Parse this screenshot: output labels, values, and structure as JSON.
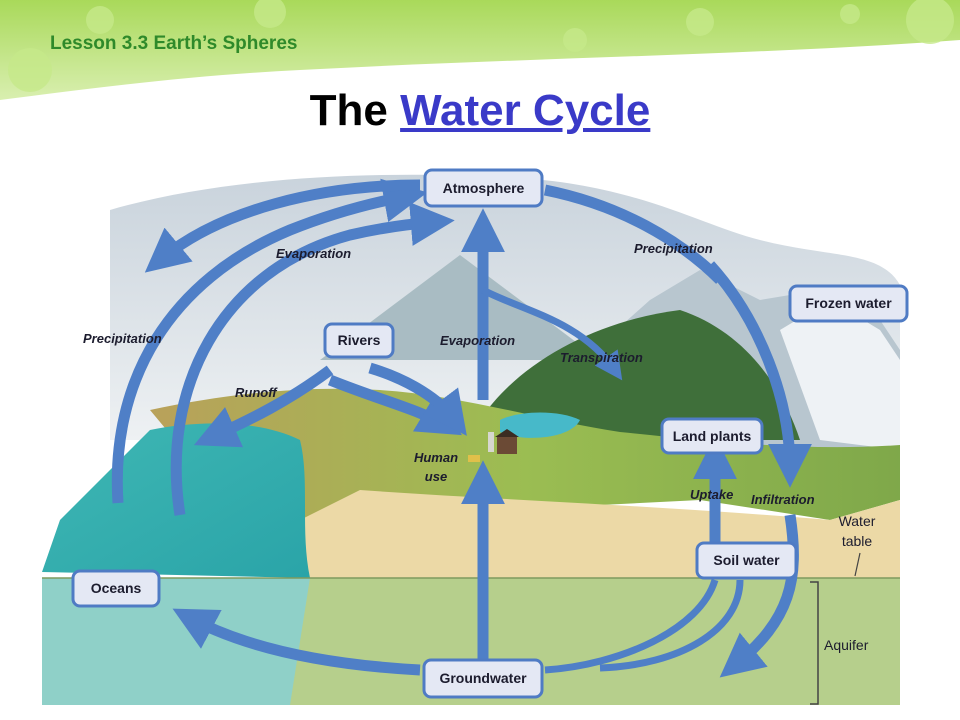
{
  "header": {
    "lesson": "Lesson 3.3 Earth’s Spheres",
    "title_prefix": "The ",
    "title_link": "Water Cycle"
  },
  "boxes": {
    "atmosphere": "Atmosphere",
    "frozen_water": "Frozen water",
    "rivers": "Rivers",
    "land_plants": "Land plants",
    "soil_water": "Soil water",
    "oceans": "Oceans",
    "groundwater": "Groundwater"
  },
  "process_labels": {
    "evaporation_left": "Evaporation",
    "precipitation_right": "Precipitation",
    "precipitation_left": "Precipitation",
    "evaporation_center": "Evaporation",
    "transpiration": "Transpiration",
    "runoff": "Runoff",
    "human_use_line1": "Human",
    "human_use_line2": "use",
    "uptake": "Uptake",
    "infiltration": "Infiltration"
  },
  "side_labels": {
    "water_table_line1": "Water",
    "water_table_line2": "table",
    "aquifer": "Aquifer"
  },
  "colors": {
    "arrow": "#4f7fc7",
    "box_border": "#4f7bc4",
    "box_fill": "#e4e8f4",
    "lesson_text": "#2f8a2a",
    "title_link": "#3a3ac8"
  }
}
